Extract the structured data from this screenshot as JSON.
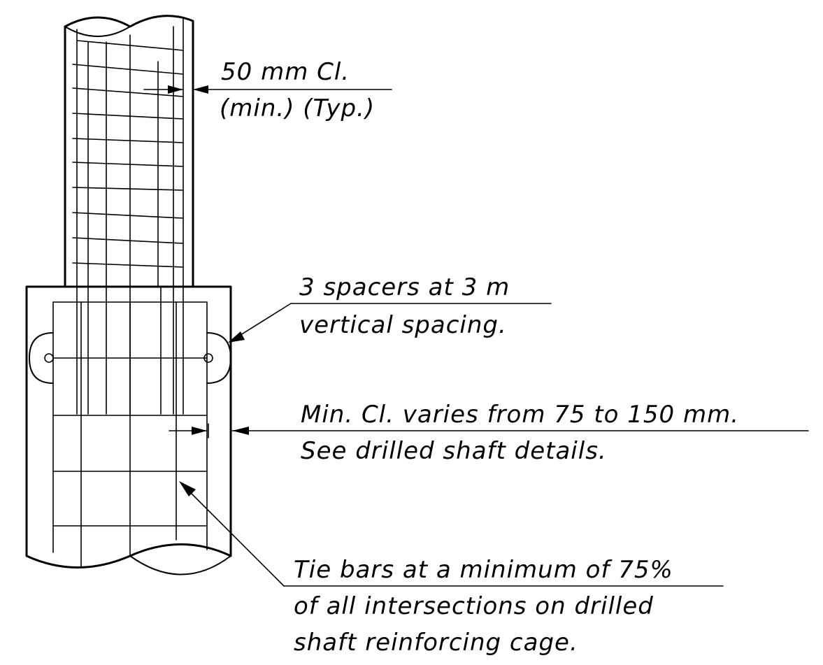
{
  "notes": {
    "cover_top": {
      "line1": "50 mm Cl.",
      "line2": "(min.) (Typ.)"
    },
    "spacers": {
      "line1": "3 spacers at 3 m",
      "line2": "vertical spacing."
    },
    "min_cover": {
      "line1": "Min. Cl. varies from 75 to 150 mm.",
      "line2": "See drilled shaft details."
    },
    "tie_bars": {
      "line1": "Tie bars at a minimum of 75%",
      "line2": "of all intersections on drilled",
      "line3": "shaft reinforcing cage."
    }
  }
}
